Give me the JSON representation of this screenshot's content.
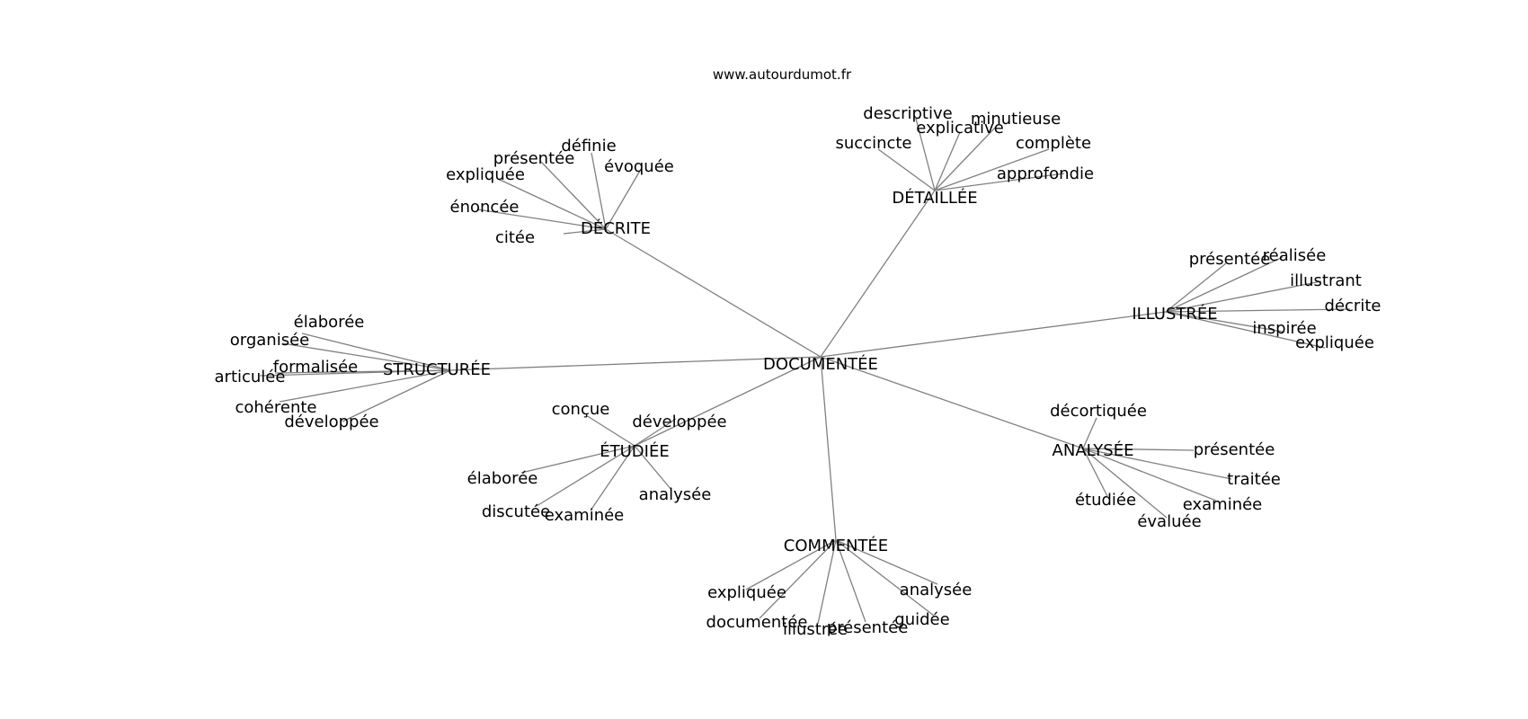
{
  "source": "www.autourdumot.fr",
  "edge_color": "#808080",
  "text_color": "#000000",
  "center": "DOCUMENTÉE",
  "hubs": [
    {
      "id": "decrite",
      "label": "DÉCRITE",
      "leaves": [
        "définie",
        "présentée",
        "évoquée",
        "expliquée",
        "énoncée",
        "citée"
      ]
    },
    {
      "id": "detaillee",
      "label": "DÉTAILLÉE",
      "leaves": [
        "descriptive",
        "minutieuse",
        "explicative",
        "succincte",
        "complète",
        "approfondie"
      ]
    },
    {
      "id": "illustree",
      "label": "ILLUSTRÉE",
      "leaves": [
        "réalisée",
        "présentée",
        "illustrant",
        "décrite",
        "inspirée",
        "expliquée"
      ]
    },
    {
      "id": "structuree",
      "label": "STRUCTURÉE",
      "leaves": [
        "élaborée",
        "organisée",
        "formalisée",
        "articulée",
        "cohérente",
        "développée"
      ]
    },
    {
      "id": "etudiee",
      "label": "ÉTUDIÉE",
      "leaves": [
        "conçue",
        "développée",
        "élaborée",
        "analysée",
        "discutée",
        "examinée"
      ]
    },
    {
      "id": "analysee",
      "label": "ANALYSÉE",
      "leaves": [
        "décortiquée",
        "présentée",
        "traitée",
        "examinée",
        "étudiée",
        "évaluée"
      ]
    },
    {
      "id": "commentee",
      "label": "COMMENTÉE",
      "leaves": [
        "expliquée",
        "analysée",
        "guidée",
        "documentée",
        "présentée",
        "illustrée"
      ]
    }
  ]
}
